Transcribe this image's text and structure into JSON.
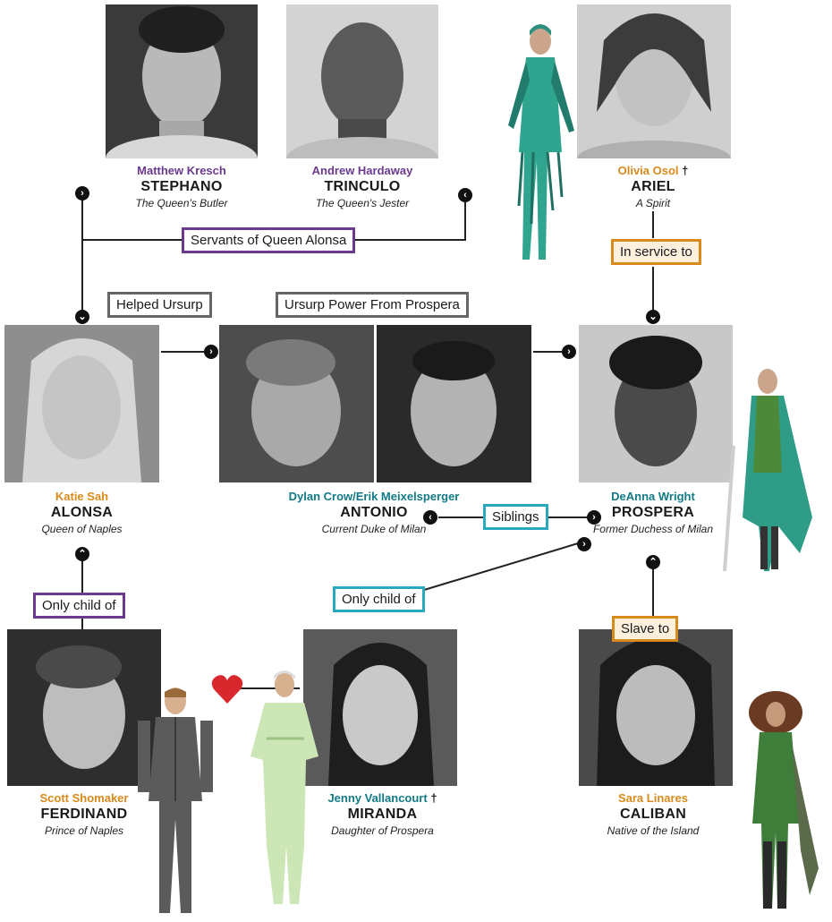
{
  "cast": {
    "stephano": {
      "actor": "Matthew Kresch",
      "role": "STEPHANO",
      "desc": "The Queen's Butler"
    },
    "trinculo": {
      "actor": "Andrew Hardaway",
      "role": "TRINCULO",
      "desc": "The Queen's Jester"
    },
    "ariel": {
      "actor": "Olivia Osol",
      "dagger": "†",
      "role": "ARIEL",
      "desc": "A Spirit"
    },
    "alonsa": {
      "actor": "Katie Sah",
      "role": "ALONSA",
      "desc": "Queen of Naples"
    },
    "antonio": {
      "actor": "Dylan Crow/Erik Meixelsperger",
      "role": "ANTONIO",
      "desc": "Current Duke of Milan"
    },
    "prospera": {
      "actor": "DeAnna Wright",
      "role": "PROSPERA",
      "desc": "Former Duchess of Milan"
    },
    "ferdinand": {
      "actor": "Scott Shomaker",
      "role": "FERDINAND",
      "desc": "Prince of Naples"
    },
    "miranda": {
      "actor": "Jenny Vallancourt",
      "dagger": "†",
      "role": "MIRANDA",
      "desc": "Daughter of Prospera"
    },
    "caliban": {
      "actor": "Sara Linares",
      "role": "CALIBAN",
      "desc": "Native of the Island"
    }
  },
  "relations": {
    "servants": "Servants of Queen Alonsa",
    "in_service": "In service to",
    "helped": "Helped Ursurp",
    "ursurp": "Ursurp Power From Prospera",
    "siblings": "Siblings",
    "only_child_1": "Only child of",
    "only_child_2": "Only child of",
    "slave": "Slave to"
  },
  "colors": {
    "purple": "#6b3a8e",
    "orange": "#d88a1c",
    "teal": "#117a85",
    "teal_border": "#2aa8bd",
    "gray": "#666666"
  },
  "icons": {
    "arrow": "circle-chevron-icon",
    "heart": "heart-icon"
  }
}
